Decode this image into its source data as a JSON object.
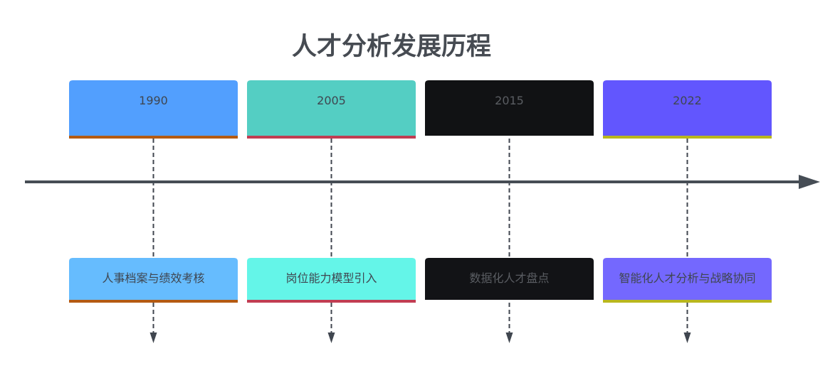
{
  "title": "人才分析发展历程",
  "colors": {
    "axis": "#464d55",
    "connector": "#40464f"
  },
  "periods": [
    {
      "label": "1990",
      "event": "人事档案与绩效考核",
      "period_fill": "#529ffe",
      "event_fill": "#66bcfe",
      "bar_color": "#b45a12"
    },
    {
      "label": "2005",
      "event": "岗位能力模型引入",
      "period_fill": "#54cec3",
      "event_fill": "#64f5e8",
      "bar_color": "#c13d52"
    },
    {
      "label": "2015",
      "event": "数据化人才盘点",
      "period_fill": "#111214",
      "event_fill": "#121316",
      "bar_color": "#ffffff",
      "dark": true
    },
    {
      "label": "2022",
      "event": "智能化人才分析与战略协同",
      "period_fill": "#6256fe",
      "event_fill": "#7468fe",
      "bar_color": "#b9b71e"
    }
  ]
}
